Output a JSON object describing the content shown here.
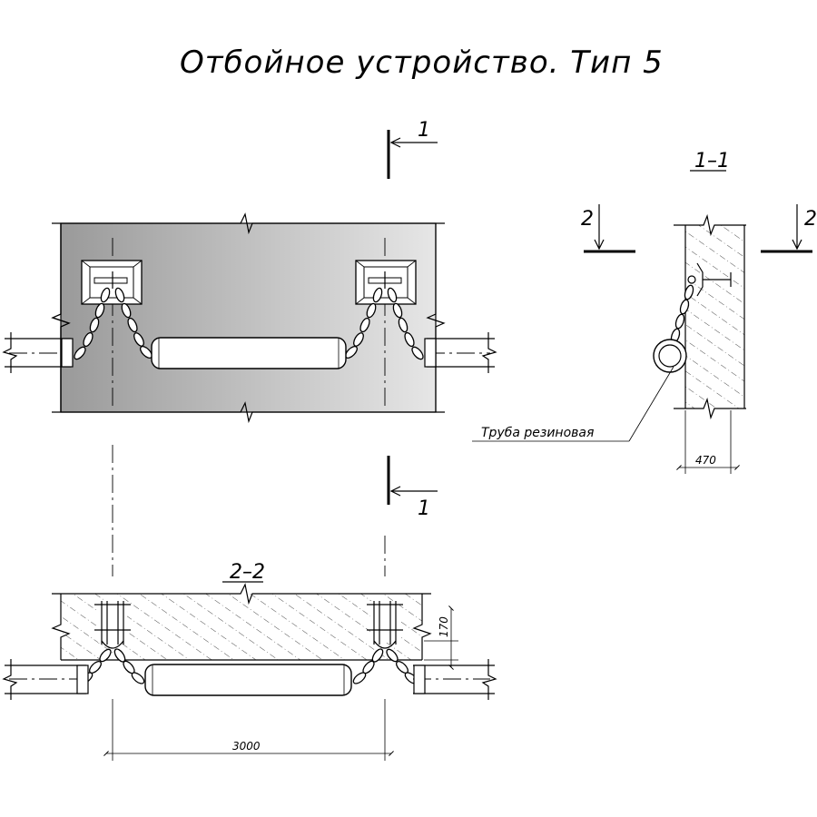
{
  "title": "Отбойное устройство. Тип 5",
  "section_marks": {
    "cut_1_top": "1",
    "cut_1_bottom": "1",
    "cut_2_left": "2",
    "cut_2_right": "2"
  },
  "section_titles": {
    "side_section": "1–1",
    "bottom_section": "2–2"
  },
  "annotations": {
    "rubber_pipe": "Труба резиновая"
  },
  "dimensions": {
    "wall_thickness": "470",
    "slab_offset": "170",
    "anchor_spacing": "3000"
  },
  "colors": {
    "line": "#000000",
    "concrete_fill_dark": "#9a9a9a",
    "concrete_fill_light": "#e6e6e6",
    "background": "#ffffff"
  }
}
